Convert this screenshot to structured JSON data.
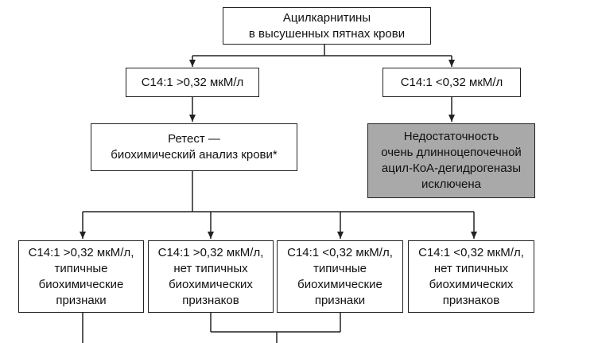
{
  "nodes": {
    "root": {
      "text": "Ацилкарнитины\nв высушенных пятнах крови"
    },
    "c14_high": {
      "text": "C14:1 >0,32 мкМ/л"
    },
    "c14_low": {
      "text": "C14:1 <0,32 мкМ/л"
    },
    "retest": {
      "text": "Ретест —\nбиохимический анализ крови*"
    },
    "excluded": {
      "text": "Недостаточность\nочень длинноцепочечной\nацил-КоА-дегидрогеназы\nисключена"
    },
    "r1": {
      "text": "C14:1 >0,32 мкМ/л,\nтипичные\nбиохимические\nпризнаки"
    },
    "r2": {
      "text": "C14:1 >0,32 мкМ/л,\nнет типичных\nбиохимических\nпризнаков"
    },
    "r3": {
      "text": "C14:1 <0,32 мкМ/л,\nтипичные\nбиохимические\nпризнаки"
    },
    "r4": {
      "text": "C14:1 <0,32 мкМ/л,\nнет типичных\nбиохимических\nпризнаков"
    }
  },
  "colors": {
    "line": "#222222",
    "shaded_fill": "#a9a9a9"
  }
}
